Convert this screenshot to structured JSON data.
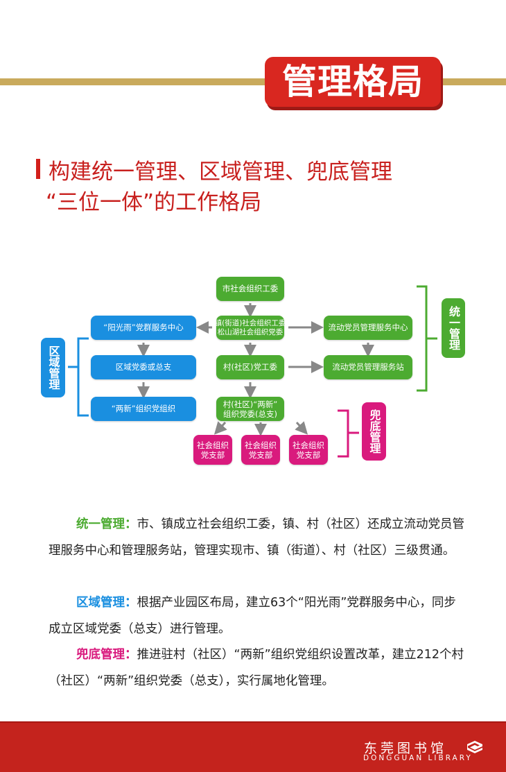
{
  "banner": {
    "title": "管理格局"
  },
  "heading": {
    "line1": "构建统一管理、区域管理、兜底管理",
    "line2": "“三位一体”的工作格局"
  },
  "diagram": {
    "center": [
      "市社会组织工委",
      "镇(街道)社会组织工委\n松山湖社会组织党委",
      "村(社区)党工委",
      "村(社区)“两新”\n组织党委(总支)"
    ],
    "left": [
      "“阳光雨”党群服务中心",
      "区域党委或总支",
      "“两新”组织党组织"
    ],
    "right": [
      "流动党员管理服务中心",
      "流动党员管理服务站"
    ],
    "bottom": [
      "社会组织\n党支部",
      "社会组织\n党支部",
      "社会组织\n党支部"
    ],
    "labels": {
      "regional": "区域管理",
      "unified": "统一管理",
      "fallback": "兜底管理"
    },
    "colors": {
      "green": "#4cab31",
      "blue": "#1a8fe0",
      "pink": "#d91a7d"
    }
  },
  "paragraphs": [
    {
      "key": "统一管理：",
      "text": "市、镇成立社会组织工委，镇、村（社区）还成立流动党员管理服务中心和管理服务站，管理实现市、镇（街道）、村（社区）三级贯通。",
      "color": "#4cab31"
    },
    {
      "key": "区域管理：",
      "text": "根据产业园区布局，建立63个“阳光雨”党群服务中心，同步成立区域党委（总支）进行管理。",
      "color": "#1a8fe0"
    },
    {
      "key": "兜底管理：",
      "text": "推进驻村（社区）“两新”组织党组织设置改革，建立212个村（社区）“两新”组织党委（总支），实行属地化管理。",
      "color": "#d91a7d"
    }
  ],
  "footer": {
    "name_cn": "东莞图书馆",
    "name_en": "DONGGUAN LIBRARY"
  }
}
